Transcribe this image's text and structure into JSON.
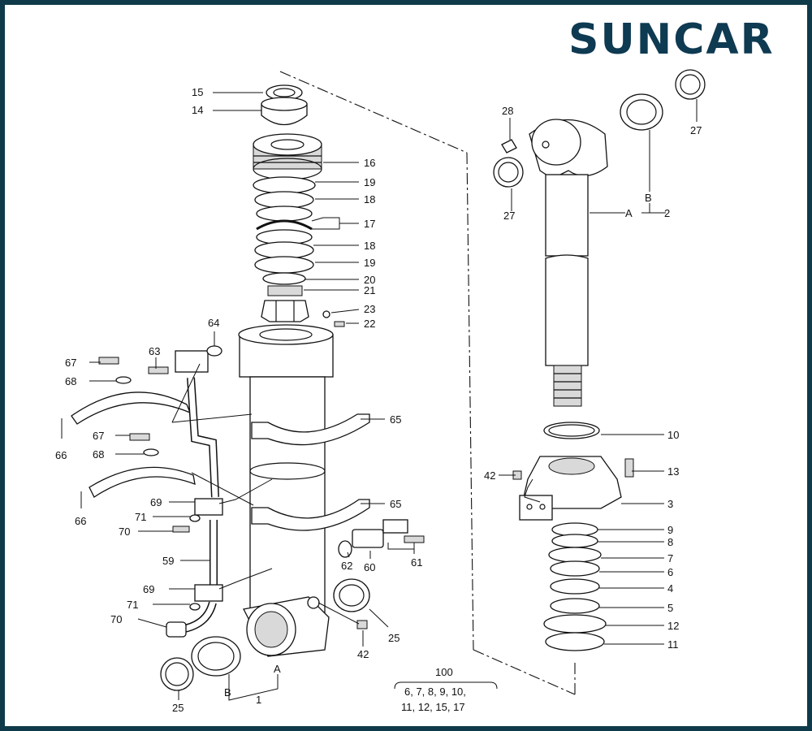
{
  "brand": {
    "logo_text": "SUNCAR",
    "color": "#0e3a52"
  },
  "frame_color": "#0f3a4a",
  "callouts": {
    "c15": "15",
    "c14": "14",
    "c16": "16",
    "c19a": "19",
    "c18a": "18",
    "c17": "17",
    "c18b": "18",
    "c19b": "19",
    "c20": "20",
    "c21": "21",
    "c23": "23",
    "c22": "22",
    "c64": "64",
    "c63": "63",
    "c67a": "67",
    "c68a": "68",
    "c66a": "66",
    "c65a": "65",
    "c67b": "67",
    "c68b": "68",
    "c66b": "66",
    "c69a": "69",
    "c71a": "71",
    "c70a": "70",
    "c65b": "65",
    "c62": "62",
    "c60": "60",
    "c61": "61",
    "c59": "59",
    "c69b": "69",
    "c71b": "71",
    "c70b": "70",
    "c25a": "25",
    "c42a": "42",
    "c25b": "25",
    "cA1": "A",
    "cB1": "B",
    "c1": "1",
    "c28": "28",
    "c27a": "27",
    "c27b": "27",
    "cB2": "B",
    "cA2": "A",
    "c2": "2",
    "c10": "10",
    "c42b": "42",
    "c13": "13",
    "c3": "3",
    "c9": "9",
    "c8": "8",
    "c7": "7",
    "c6": "6",
    "c4": "4",
    "c5": "5",
    "c12": "12",
    "c11": "11"
  },
  "kit": {
    "number": "100",
    "line1": "6, 7, 8, 9, 10,",
    "line2": "11, 12, 15, 17"
  }
}
